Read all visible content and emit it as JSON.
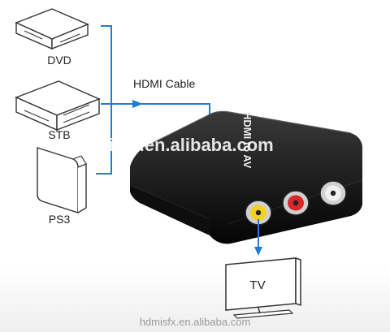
{
  "devices": [
    {
      "name": "dvd-device",
      "label": "DVD"
    },
    {
      "name": "stb-device",
      "label": "STB"
    },
    {
      "name": "ps3-device",
      "label": "PS3"
    }
  ],
  "cable_label": "HDMI Cable",
  "converter": {
    "product_label": "HDMI to AV",
    "watermark": "hdmisfx.en.alibaba.com",
    "jack_colors": [
      "#f2d21b",
      "#d8262a",
      "#f0f0f0"
    ]
  },
  "output": {
    "label": "TV"
  },
  "footer_watermark": "hdmisfx.en.alibaba.com",
  "colors": {
    "connector": "#1f7bd6"
  }
}
